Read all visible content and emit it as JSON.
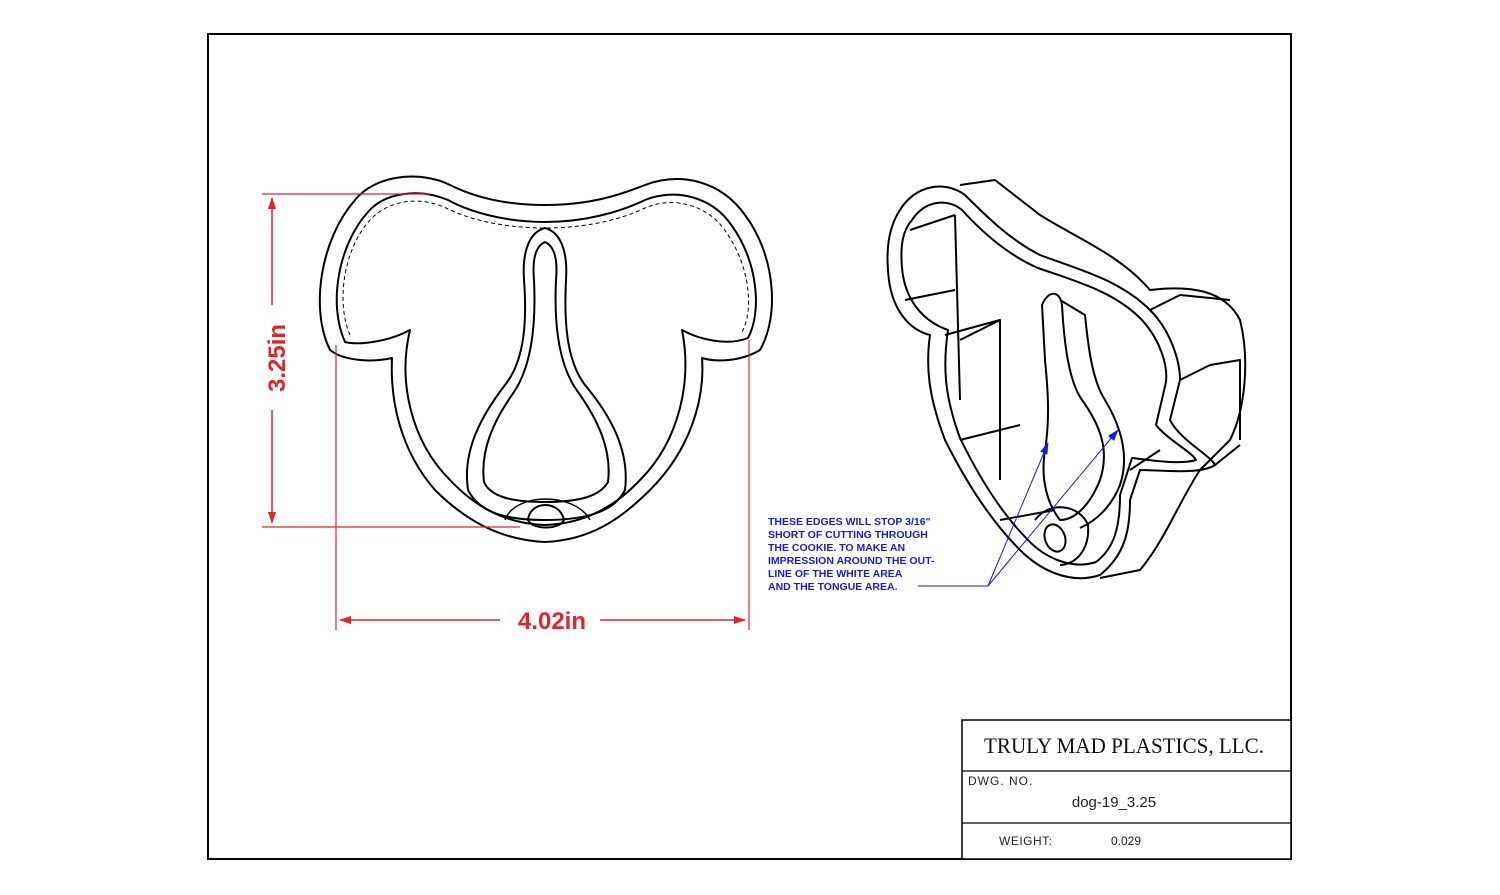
{
  "drawing": {
    "dimension_height": "3.25in",
    "dimension_width": "4.02in",
    "dimension_color": "#e8202a",
    "note_color": "#1a1adf",
    "note_lines": [
      "THESE EDGES WILL STOP 3/16\"",
      "SHORT OF CUTTING THROUGH",
      "THE COOKIE. TO MAKE AN",
      "IMPRESSION AROUND THE OUT-",
      "LINE OF THE WHITE AREA",
      "AND THE TONGUE AREA."
    ]
  },
  "title_block": {
    "company": "TRULY MAD PLASTICS, LLC.",
    "dwg_no_label": "DWG. NO.",
    "dwg_no_value": "dog-19_3.25",
    "weight_label": "WEIGHT:",
    "weight_value": "0.029"
  }
}
